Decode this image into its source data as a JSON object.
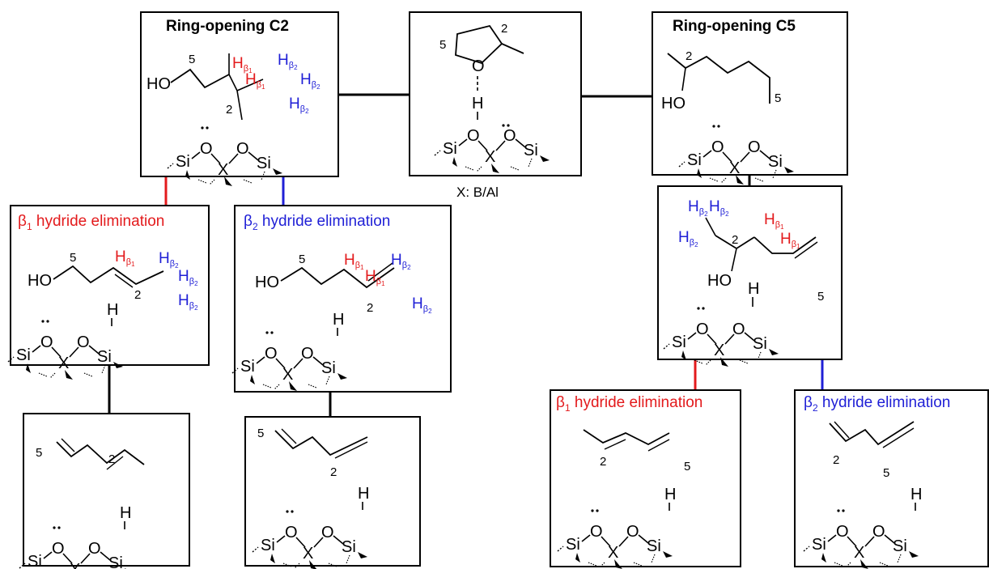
{
  "colors": {
    "beta1": "#e31a1c",
    "beta2": "#1f1fd6",
    "line": "#000000"
  },
  "center": {
    "caption": "X: B/Al",
    "ring_label_5": "5",
    "ring_label_2": "2",
    "o": "O",
    "h": "H"
  },
  "c2": {
    "title": "Ring-opening C2",
    "label_5": "5",
    "label_2": "2",
    "ho": "HO"
  },
  "c5": {
    "title": "Ring-opening C5",
    "label_5": "5",
    "label_2": "2",
    "ho": "HO"
  },
  "c5_int": {
    "label_2": "2",
    "label_5": "5",
    "ho": "HO"
  },
  "b1_c2": {
    "title_greek": "β",
    "title_sub": "1",
    "title_rest": " hydride elimination",
    "label_5": "5",
    "label_2": "2",
    "ho": "HO"
  },
  "b2_c2": {
    "title_greek": "β",
    "title_sub": "2",
    "title_rest": " hydride elimination",
    "label_5": "5",
    "label_2": "2",
    "ho": "HO"
  },
  "b1_c5": {
    "title_greek": "β",
    "title_sub": "1",
    "title_rest": " hydride elimination"
  },
  "b2_c5": {
    "title_greek": "β",
    "title_sub": "2",
    "title_rest": " hydride elimination"
  },
  "products": {
    "p1": {
      "label_5": "5",
      "label_2": "2"
    },
    "p2": {
      "label_5": "5",
      "label_2": "2"
    },
    "p3": {
      "label_2": "2",
      "label_5": "5"
    },
    "p4": {
      "label_2": "2",
      "label_5": "5"
    }
  },
  "atoms": {
    "si": "Si",
    "o": "O",
    "x": "X",
    "h": "H",
    "hb": "H",
    "b": "β",
    "s1": "1",
    "s2": "2"
  }
}
